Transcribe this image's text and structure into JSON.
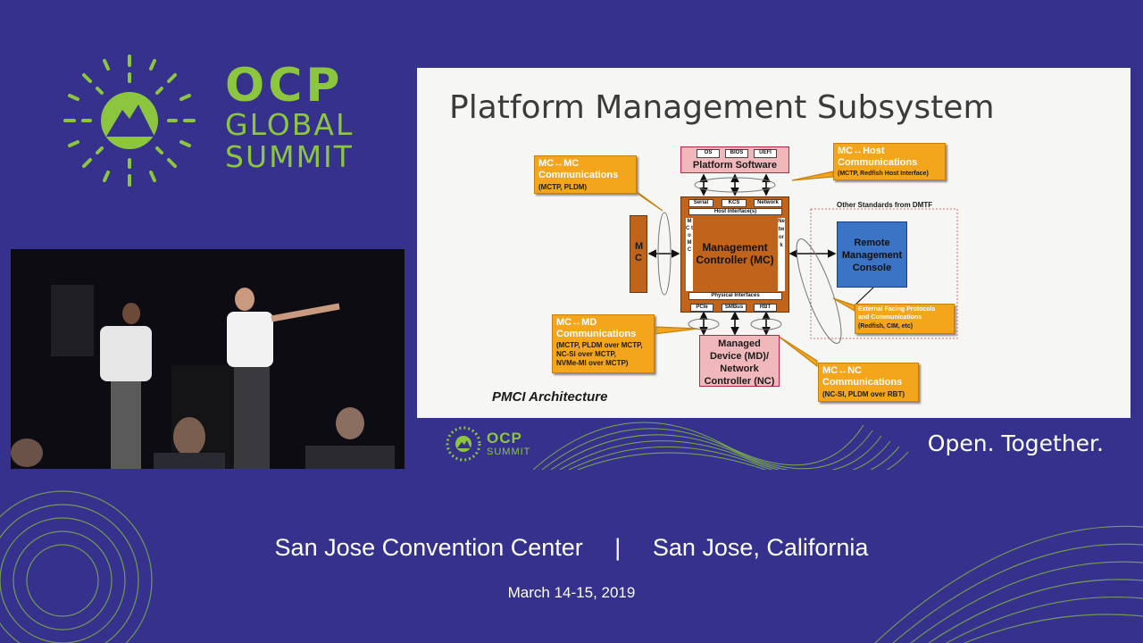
{
  "event": {
    "logo_ocp": "OCP",
    "logo_global": "GLOBAL",
    "logo_summit": "SUMMIT",
    "venue_left": "San Jose Convention Center",
    "venue_sep": "|",
    "venue_right": "San Jose, California",
    "date": "March 14-15, 2019",
    "colors": {
      "background": "#35318c",
      "accent": "#8cc63f"
    }
  },
  "slide": {
    "title": "Platform Management Subsystem",
    "caption": "PMCI Architecture",
    "footer_ocp": "OCP",
    "footer_summit": "SUMMIT",
    "footer_tagline": "Open. Together.",
    "platform_software": {
      "label": "Platform Software",
      "tags": [
        "OS",
        "BIOS",
        "UEFI"
      ]
    },
    "mc_main": {
      "label_line1": "Management",
      "label_line2": "Controller (MC)",
      "top_tags": [
        "Serial",
        "KCS",
        "Network"
      ],
      "host_interface": "Host Interface(s)",
      "physical_interfaces": "Physical Interfaces",
      "bottom_tags": [
        "PCIe",
        "SMBus",
        "RBT"
      ],
      "left_vertical": "MC to MC",
      "right_vertical": "Network"
    },
    "mc_left": "MC",
    "remote_console": {
      "line1": "Remote",
      "line2": "Management",
      "line3": "Console"
    },
    "other_standards": "Other Standards from DMTF",
    "managed_device": {
      "line1": "Managed",
      "line2": "Device (MD)/",
      "line3": "Network",
      "line4": "Controller (NC)"
    },
    "callouts": {
      "mc_mc": {
        "title1": "MC↔MC",
        "title2": "Communications",
        "sub": "(MCTP, PLDM)"
      },
      "mc_host": {
        "title1": "MC↔Host",
        "title2": "Communications",
        "sub": "(MCTP, Redfish Host Interface)"
      },
      "mc_md": {
        "title1": "MC↔MD",
        "title2": "Communications",
        "sub1": "(MCTP, PLDM over MCTP,",
        "sub2": "NC-SI over MCTP,",
        "sub3": "NVMe-MI over MCTP)"
      },
      "mc_nc": {
        "title1": "MC↔NC",
        "title2": "Communications",
        "sub": "(NC-SI, PLDM over RBT)"
      },
      "external": {
        "title1": "External Facing Protocols",
        "title2": "and Communications",
        "sub": "(Redfish, CIM, etc)"
      }
    }
  }
}
